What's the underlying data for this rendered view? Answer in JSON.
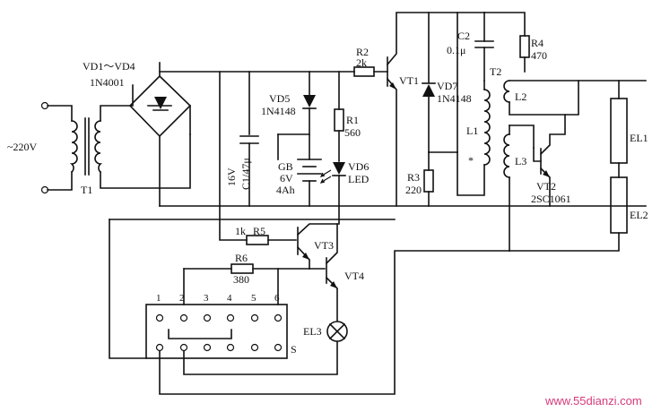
{
  "labels": {
    "mains": "~220V",
    "t1": "T1",
    "bridge_a": "VD1～VD4",
    "bridge_b": "1N4001",
    "c1_a": "16V",
    "c1_b": "C1/47μ",
    "vd5_a": "VD5",
    "vd5_b": "1N4148",
    "r1_a": "R1",
    "r1_b": "560",
    "gb_a": "GB",
    "gb_b": "6V",
    "gb_c": "4Ah",
    "vd6_a": "VD6",
    "vd6_b": "LED",
    "r2_a": "R2",
    "r2_b": "2k",
    "vt1": "VT1",
    "c2_a": "C2",
    "c2_b": "0.1μ",
    "r4_a": "R4",
    "r4_b": "470",
    "t2": "T2",
    "l2": "L2",
    "vd7_a": "VD7",
    "vd7_b": "1N4148",
    "l1": "L1",
    "star": "*",
    "l3": "L3",
    "r3_a": "R3",
    "r3_b": "220",
    "vt2_a": "VT2",
    "vt2_b": "2SC1061",
    "el1": "EL1",
    "el2": "EL2",
    "r5_a": "1k",
    "r5_b": "R5",
    "vt3": "VT3",
    "r6_a": "R6",
    "r6_b": "380",
    "vt4": "VT4",
    "el3": "EL3",
    "s": "S",
    "sw1": "1",
    "sw2": "2",
    "sw3": "3",
    "sw4": "4",
    "sw5": "5",
    "sw6": "6",
    "watermark": "www.55dianzi.com"
  }
}
